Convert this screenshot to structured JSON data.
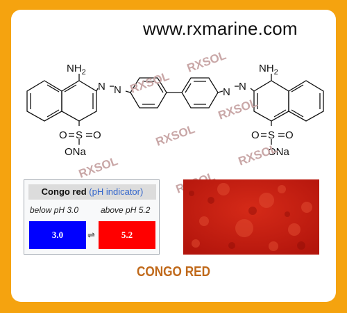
{
  "header": {
    "url": "www.rxmarine.com"
  },
  "molecule": {
    "labels": {
      "amine_left": "NH",
      "amine_right": "NH",
      "amine_sub": "2",
      "n": "N",
      "s": "S",
      "o": "O",
      "sulfonate_left": "ONa",
      "sulfonate_right": "ONa"
    },
    "watermark": "RXSOL"
  },
  "indicator": {
    "name": "Congo red",
    "qualifier": "(pH indicator)",
    "low_label": "below pH 3.0",
    "high_label": "above pH 5.2",
    "low_value": "3.0",
    "high_value": "5.2",
    "equilibrium": "⇌",
    "colors": {
      "low": "#0000ff",
      "high": "#ff0000"
    }
  },
  "colors": {
    "frame": "#f5a30f",
    "title": "#c0691a",
    "powder": "#cc1a10"
  },
  "title": "CONGO RED"
}
